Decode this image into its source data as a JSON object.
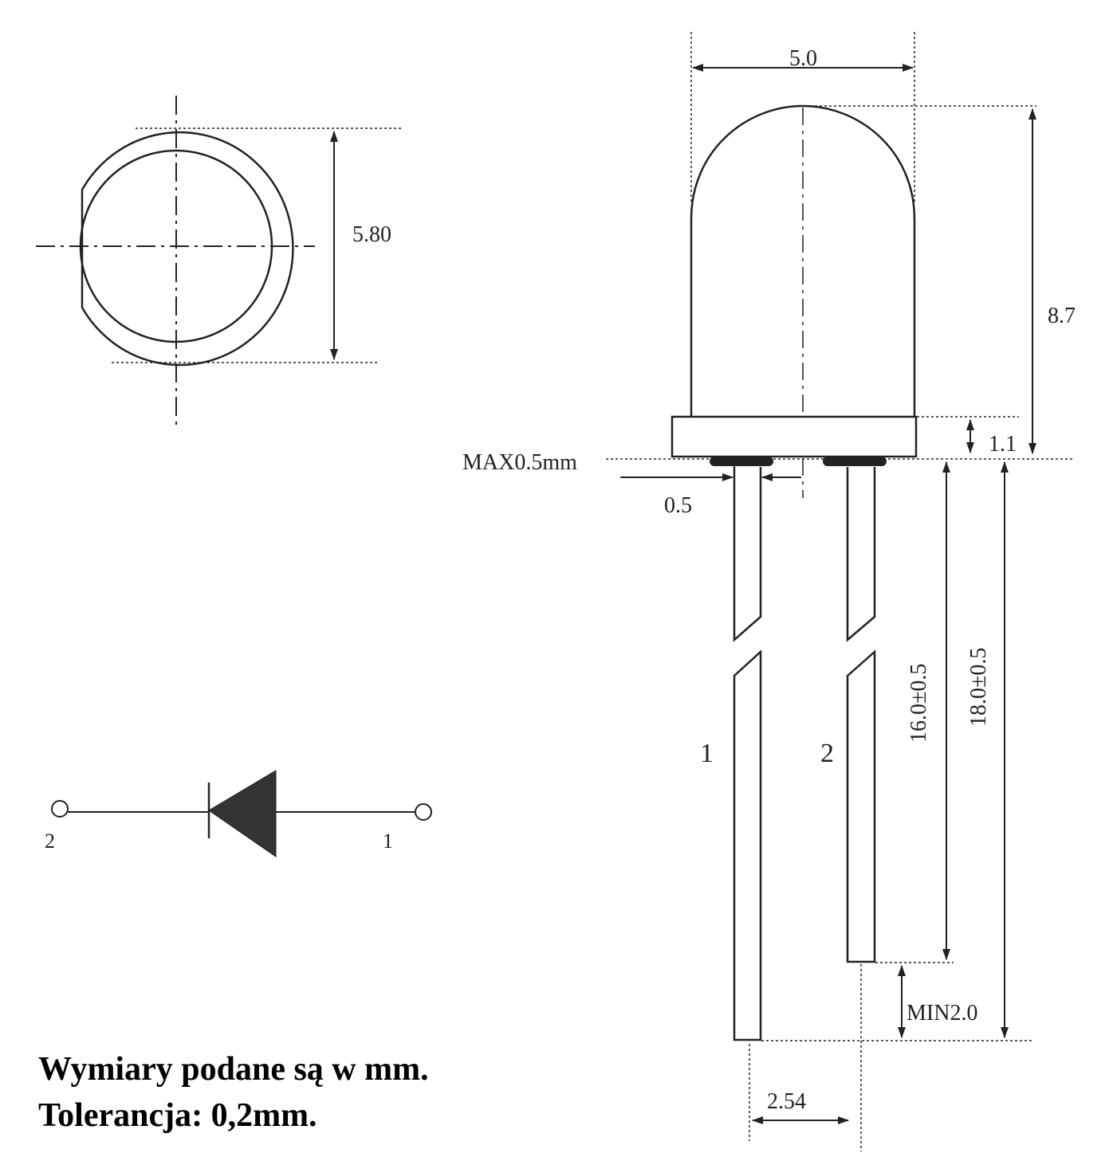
{
  "top_view": {
    "dim_diameter": "5.80"
  },
  "side_view": {
    "dim_width": "5.0",
    "dim_height": "8.7",
    "dim_flange": "1.1",
    "label_max_standoff": "MAX0.5mm",
    "dim_lead_width": "0.5",
    "dim_short_lead": "16.0±0.5",
    "dim_long_lead": "18.0±0.5",
    "dim_min": "MIN2.0",
    "dim_pitch": "2.54",
    "pin_1": "1",
    "pin_2": "2"
  },
  "symbol": {
    "terminal_left": "2",
    "terminal_right": "1"
  },
  "notes": {
    "line1": "Wymiary podane są w mm.",
    "line2": "Tolerancja: 0,2mm."
  }
}
